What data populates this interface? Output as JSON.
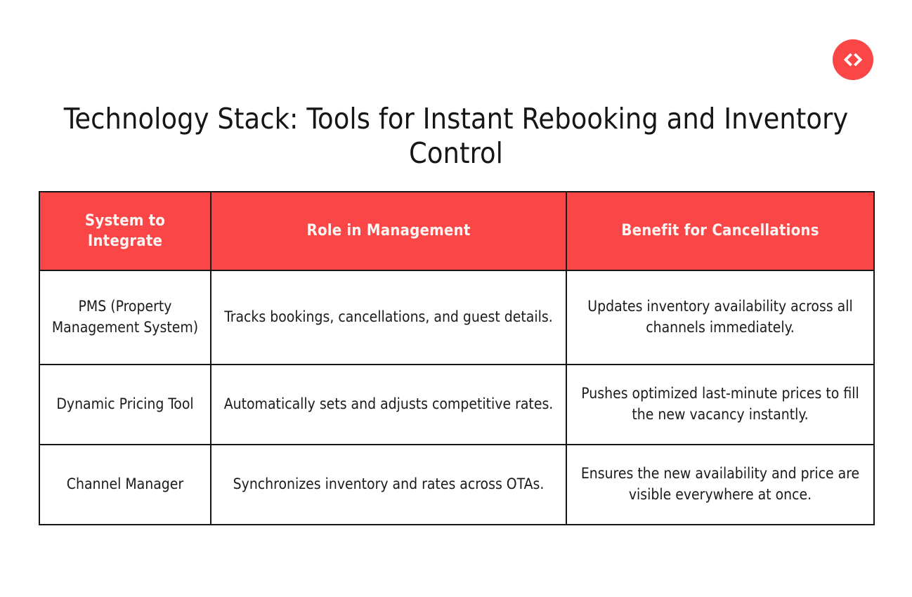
{
  "brand": {
    "logo_icon": "code-brackets-icon",
    "logo_color": "#FA4646",
    "logo_glyph_color": "#FFFFFF"
  },
  "page": {
    "title": "Technology Stack: Tools for Instant Rebooking and Inventory Control",
    "background_color": "#FFFFFF",
    "text_color": "#161616"
  },
  "table": {
    "header_background": "#FA4646",
    "header_text_color": "#FFF6F3",
    "border_color": "#161616",
    "columns": [
      {
        "label": "System to Integrate"
      },
      {
        "label": "Role in Management"
      },
      {
        "label": "Benefit for Cancellations"
      }
    ],
    "rows": [
      {
        "system": "PMS (Property Management System)",
        "role": "Tracks bookings, cancellations, and guest details.",
        "benefit": "Updates inventory availability across all channels immediately."
      },
      {
        "system": "Dynamic Pricing Tool",
        "role": "Automatically sets and adjusts competitive rates.",
        "benefit": "Pushes optimized last-minute prices to fill the new vacancy instantly."
      },
      {
        "system": "Channel Manager",
        "role": "Synchronizes inventory and rates across OTAs.",
        "benefit": "Ensures the new availability and price are visible everywhere at once."
      }
    ]
  }
}
